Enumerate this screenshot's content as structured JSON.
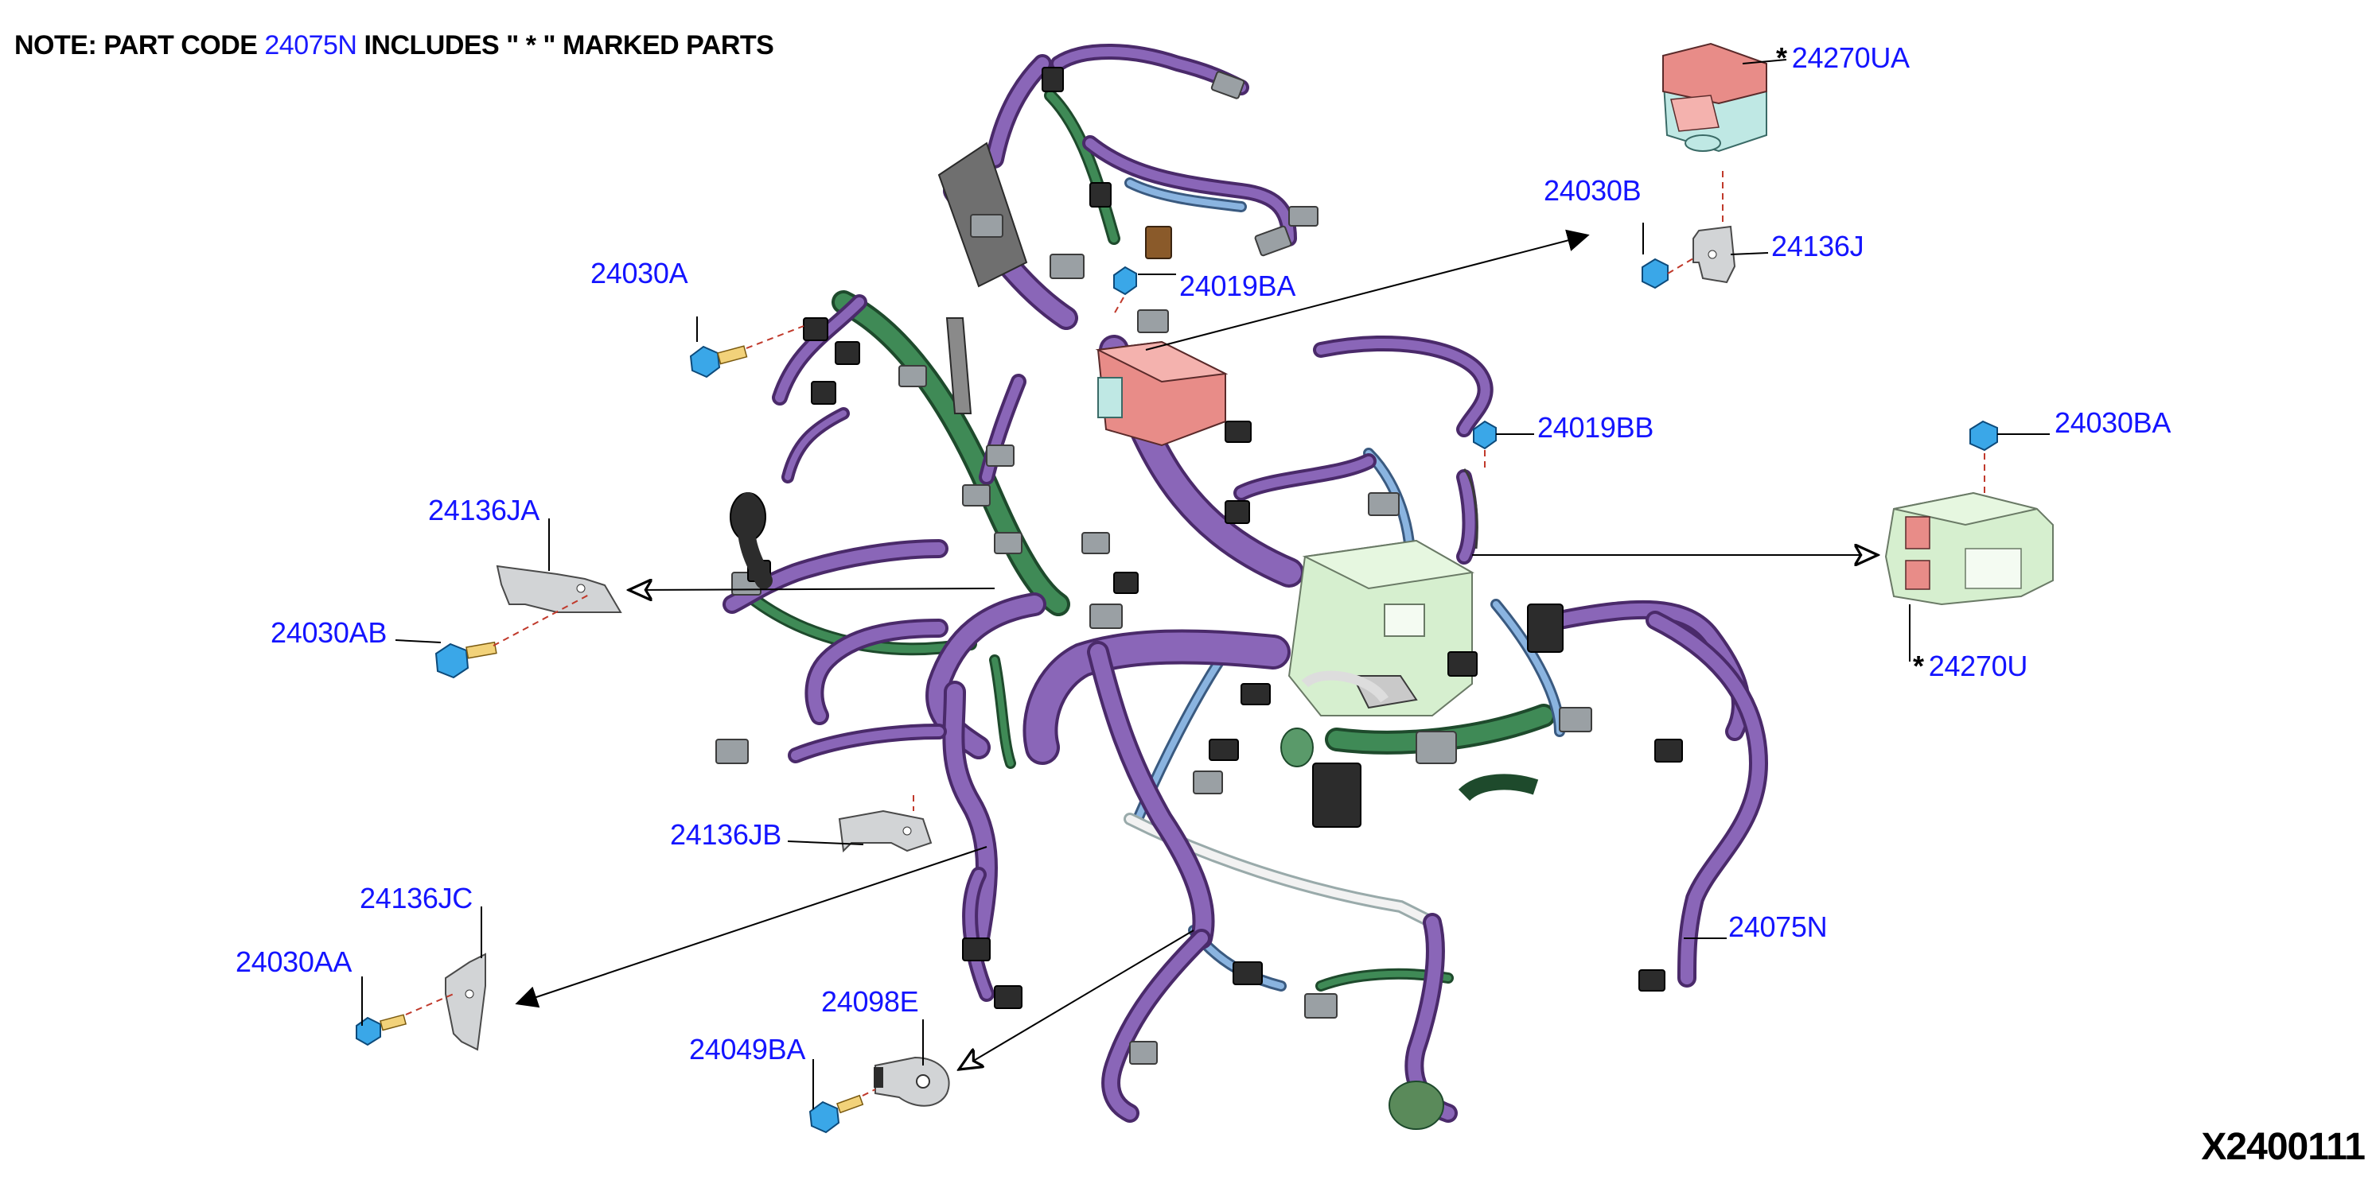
{
  "note": {
    "prefix": "NOTE: PART CODE",
    "code": "24075N",
    "suffix": "INCLUDES \" * \" MARKED PARTS"
  },
  "labels": [
    {
      "id": "24030A",
      "star": false
    },
    {
      "id": "24019BA",
      "star": false
    },
    {
      "id": "24030B",
      "star": false
    },
    {
      "id": "24270UA",
      "star": true
    },
    {
      "id": "24136J",
      "star": false
    },
    {
      "id": "24019BB",
      "star": false
    },
    {
      "id": "24030BA",
      "star": false
    },
    {
      "id": "24270U",
      "star": true
    },
    {
      "id": "24136JA",
      "star": false
    },
    {
      "id": "24030AB",
      "star": false
    },
    {
      "id": "24136JB",
      "star": false
    },
    {
      "id": "24136JC",
      "star": false
    },
    {
      "id": "24030AA",
      "star": false
    },
    {
      "id": "24098E",
      "star": false
    },
    {
      "id": "24049BA",
      "star": false
    },
    {
      "id": "24075N",
      "star": false
    }
  ],
  "diagram_id": "X2400111",
  "star_symbol": "*",
  "colors": {
    "label": "#1414ff",
    "harness_purple": "#8a66b8",
    "harness_green": "#3f8a56",
    "harness_blue": "#8ab4e0",
    "relay_box_pink": "#e88c88",
    "junction_box_green": "#d6efcf",
    "bolt_blue": "#3aa7e8"
  }
}
